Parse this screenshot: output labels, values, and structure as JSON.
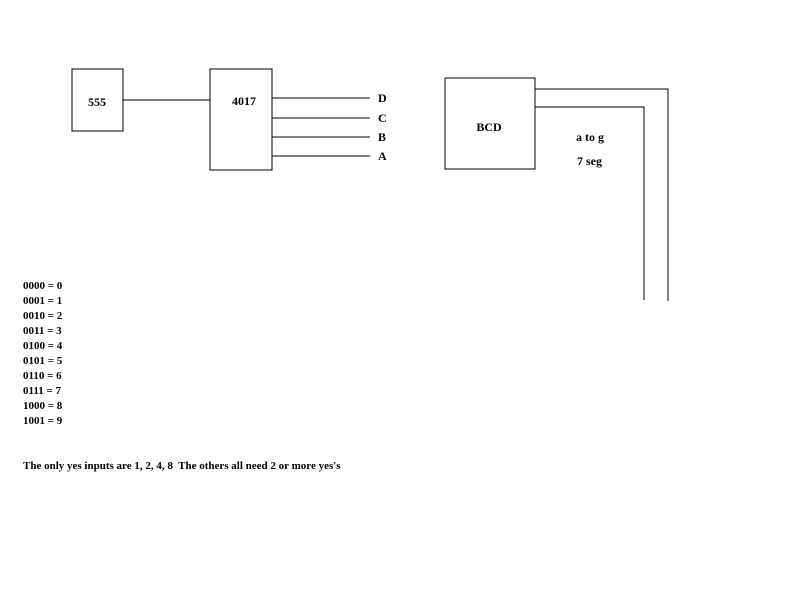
{
  "blocks": {
    "timer": "555",
    "counter": "4017",
    "decoder": "BCD"
  },
  "outputs": {
    "d": "D",
    "c": "C",
    "b": "B",
    "a": "A"
  },
  "decoder_labels": {
    "segments": "a to g",
    "display": "7 seg"
  },
  "truth_table": [
    "0000 = 0",
    "0001 = 1",
    "0010 = 2",
    "0011 = 3",
    "0100 = 4",
    "0101 = 5",
    "0110 = 6",
    "0111 = 7",
    "1000 = 8",
    "1001 = 9"
  ],
  "note": "The only yes inputs are 1, 2, 4, 8  The others all need 2 or more yes's"
}
